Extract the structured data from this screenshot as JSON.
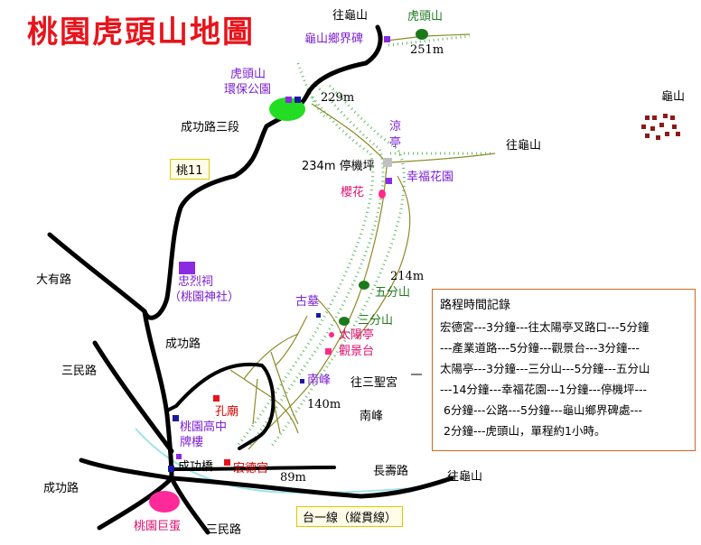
{
  "title": "桃園虎頭山地圖",
  "colors": {
    "title": "#e8131b",
    "road": "#000000",
    "trail": "#8b8b2a",
    "vegetation": "#44aa44",
    "poi_purple": "#7b1fd6",
    "poi_red": "#d40000",
    "poi_pink": "#e0106e",
    "river": "#9fe3e8"
  },
  "labels": {
    "to_guishan_top": "往龜山",
    "hutoushan_peak": "虎頭山",
    "guishan_boundary": "龜山鄉界碑",
    "alt_251": "251m",
    "park_line1": "虎頭山",
    "park_line2": "環保公園",
    "alt_229": "229m",
    "chenggong_sec3": "成功路三段",
    "liang_line1": "涼",
    "liang_line2": "亭",
    "to_guishan_mid": "往龜山",
    "parking": "234m 停機坪",
    "happiness_garden": "幸福花園",
    "cherry": "櫻花",
    "guishan_town": "龜山",
    "tao11": "桃11",
    "alt_214": "214m",
    "wufenshan": "五分山",
    "dayou_rd": "大有路",
    "martyr_line1": "忠烈祠",
    "martyr_line2": "（桃園神社）",
    "ancient_tomb": "古墓",
    "sanfenshan": "三分山",
    "sun_pavilion": "太陽亭",
    "view_platform": "觀景台",
    "chenggong_rd": "成功路",
    "sanmin_rd_left": "三民路",
    "nanfeng1": "南峰",
    "to_sansheng": "往三聖宮",
    "alt_140": "140m",
    "confucius": "孔廟",
    "nanfeng2": "南峰",
    "taoyuan_hs_line1": "桃園高中",
    "taoyuan_hs_line2": "牌樓",
    "chenggong_bridge": "成功橋",
    "hongde_temple": "宏德宮",
    "alt_89": "89m",
    "changshou_rd": "長壽路",
    "to_guishan_bottom": "往龜山",
    "chenggong_rd_bottom": "成功路",
    "big_egg": "桃園巨蛋",
    "sanmin_rd_bottom": "三民路",
    "route1": "台一線（縱貫線）"
  },
  "timetable": {
    "title": "路程時間記錄",
    "lines": [
      "宏德宮---3分鐘---往太陽亭叉路口---5分鐘",
      "---產業道路---5分鐘---觀景台---3分鐘---",
      "太陽亭---3分鐘---三分山---5分鐘---五分山",
      "---14分鐘---幸福花園---1分鐘---停機坪---",
      "6分鐘---公路---5分鐘---龜山鄉界碑處---",
      "2分鐘---虎頭山，單程約1小時。"
    ]
  }
}
